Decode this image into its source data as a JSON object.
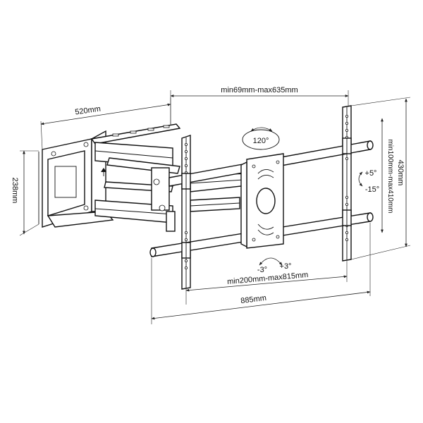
{
  "dimensions": {
    "wall_plate_width": "520mm",
    "wall_plate_height": "238mm",
    "extension": "min69mm-max635mm",
    "vesa_vertical": "min100mm-max410mm",
    "tv_bracket_height": "430mm",
    "vesa_horizontal": "min200mm-max815mm",
    "total_width": "885mm"
  },
  "angles": {
    "swivel": "120°",
    "tilt_up": "+5°",
    "tilt_down": "-15°",
    "rotate_left": "-3°",
    "rotate_right": "+3°"
  },
  "icons": {
    "up_arrow": "up-arrow-icon"
  }
}
